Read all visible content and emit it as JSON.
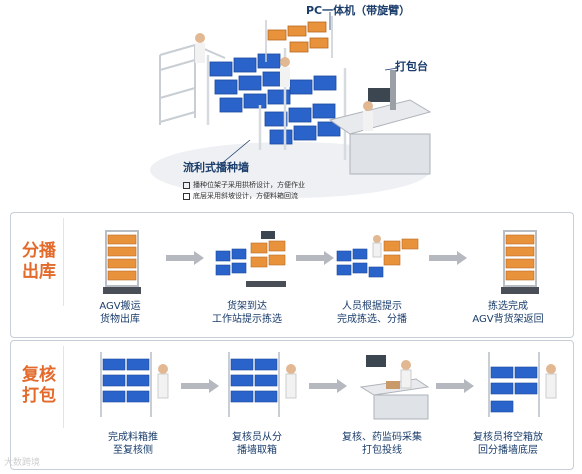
{
  "hero": {
    "callouts": {
      "pc": "PC一体机（带旋臂）",
      "pack": "打包台",
      "wall": "流利式播种墙"
    },
    "notes": [
      "播种位架子采用拱桥设计，方便作业",
      "底层采用斜坡设计，方便料箱回流"
    ]
  },
  "sections": [
    {
      "title_line1": "分播",
      "title_line2": "出库",
      "steps": [
        {
          "line1": "AGV搬运",
          "line2": "货物出库"
        },
        {
          "line1": "货架到达",
          "line2": "工作站提示拣选"
        },
        {
          "line1": "人员根据提示",
          "line2": "完成拣选、分播"
        },
        {
          "line1": "拣选完成",
          "line2": "AGV背货架返回"
        }
      ]
    },
    {
      "title_line1": "复核",
      "title_line2": "打包",
      "steps": [
        {
          "line1": "完成料箱推",
          "line2": "至复核侧"
        },
        {
          "line1": "复核员从分",
          "line2": "播墙取箱"
        },
        {
          "line1": "复核、药监码采集",
          "line2": "打包投线"
        },
        {
          "line1": "复核员将空箱放",
          "line2": "回分播墙底层"
        }
      ]
    }
  ],
  "colors": {
    "title_orange": "#e36a2b",
    "text_blue": "#1a3d6b",
    "bin_blue": "#2a63c9",
    "cart_orange": "#e8923c",
    "arrow_gray": "#b5b9bf"
  },
  "watermark": "大数跨境"
}
